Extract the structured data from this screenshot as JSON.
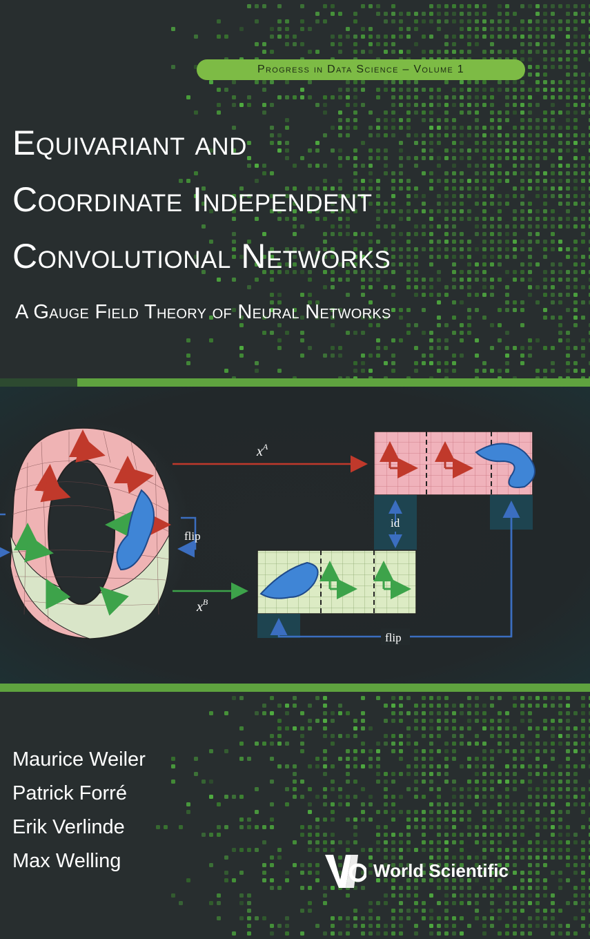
{
  "series": "Progress in Data Science – Volume 1",
  "title": {
    "lines": [
      "Equivariant and",
      "Coordinate Independent",
      "Convolutional Networks"
    ]
  },
  "subtitle": "A Gauge Field Theory of Neural Networks",
  "figure": {
    "label_xa": "x",
    "label_xa_sup": "A",
    "label_xb": "x",
    "label_xb_sup": "B",
    "label_flip_left": "flip",
    "label_id": "id",
    "label_flip_bottom": "flip"
  },
  "authors": [
    "Maurice Weiler",
    "Patrick Forré",
    "Erik Verlinde",
    "Max Welling"
  ],
  "publisher": {
    "name": "World Scientific",
    "logo_icon": "ws-logo-icon"
  },
  "colors": {
    "background": "#282e2f",
    "accent_green": "#7dbb45",
    "arrow_red": "#c0392b",
    "arrow_green": "#3da34a",
    "arrow_blue": "#3b6ec0"
  }
}
